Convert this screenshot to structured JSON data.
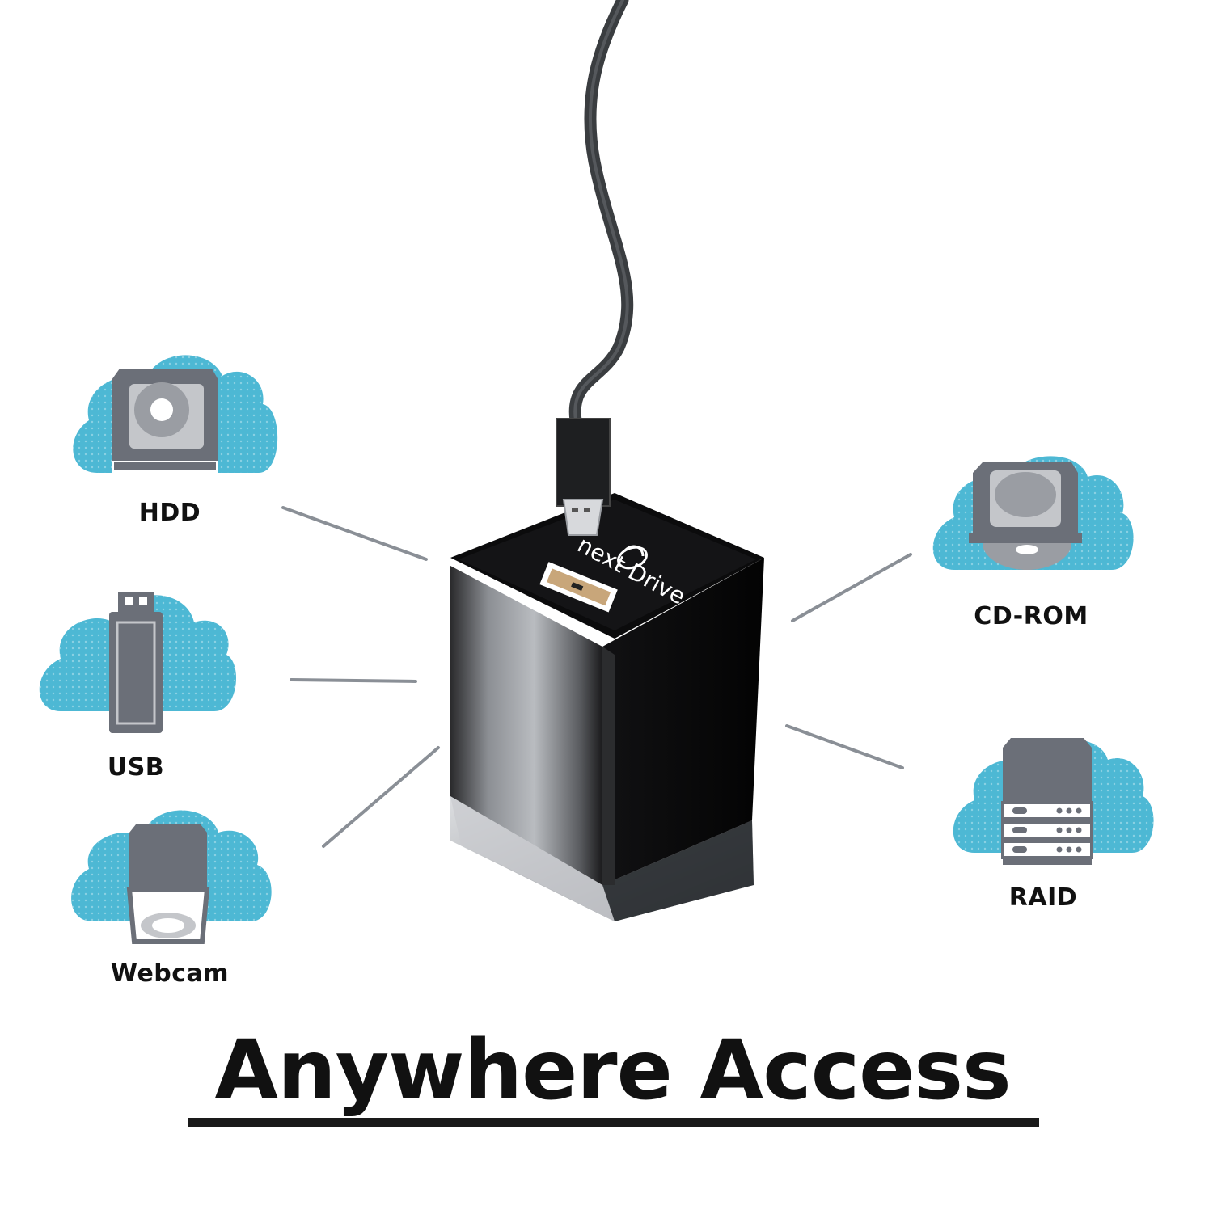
{
  "devices": [
    {
      "label": "HDD",
      "icon": "hdd-icon"
    },
    {
      "label": "USB",
      "icon": "usb-drive-icon"
    },
    {
      "label": "Webcam",
      "icon": "webcam-icon"
    },
    {
      "label": "CD-ROM",
      "icon": "cd-rom-icon"
    },
    {
      "label": "RAID",
      "icon": "raid-icon"
    }
  ],
  "product": {
    "name": "next Drive",
    "logo": "nextdrive-logo-icon"
  },
  "headline": "Anywhere Access",
  "colors": {
    "cloud": "#4db8d4",
    "device_gray": "#6b6f78",
    "line_gray": "#8a8f96",
    "text": "#111111"
  }
}
